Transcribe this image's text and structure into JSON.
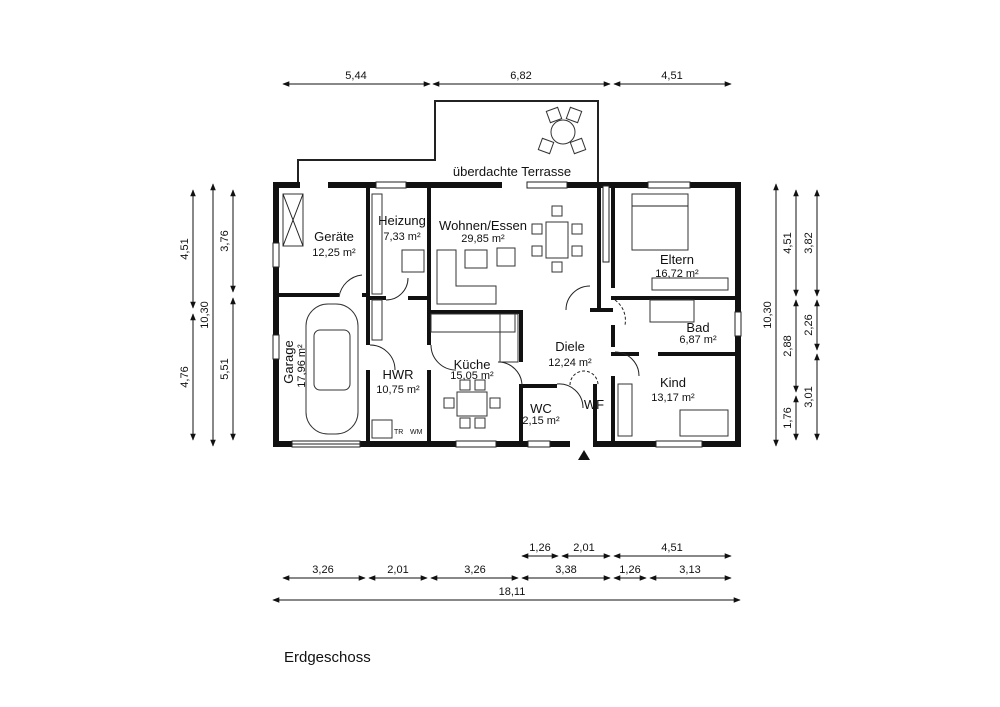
{
  "caption": "Erdgeschoss",
  "rooms": {
    "terrasse": {
      "name": "überdachte Terrasse"
    },
    "geraete": {
      "name": "Geräte",
      "area": "12,25 m²"
    },
    "heizung": {
      "name": "Heizung",
      "area": "7,33 m²"
    },
    "wohnen": {
      "name": "Wohnen/Essen",
      "area": "29,85 m²"
    },
    "eltern": {
      "name": "Eltern",
      "area": "16,72 m²"
    },
    "garage": {
      "name": "Garage",
      "area": "17,96 m²"
    },
    "hwr": {
      "name": "HWR",
      "area": "10,75 m²"
    },
    "kueche": {
      "name": "Küche",
      "area": "15,05 m²"
    },
    "diele": {
      "name": "Diele",
      "area": "12,24 m²"
    },
    "bad": {
      "name": "Bad",
      "area": "6,87 m²"
    },
    "kind": {
      "name": "Kind",
      "area": "13,17 m²"
    },
    "wc": {
      "name": "WC",
      "area": "2,15 m²"
    },
    "wf": {
      "name": "WF"
    }
  },
  "appliances": {
    "tr": "TR",
    "wm": "WM"
  },
  "dimensions": {
    "top": [
      "5,44",
      "6,82",
      "4,51"
    ],
    "left_inner": [
      "4,51",
      "4,76"
    ],
    "left_total": "10,30",
    "left_outer": [
      "3,76",
      "5,51"
    ],
    "right_total": "10,30",
    "right_inner": [
      "4,51",
      "2,88",
      "1,76"
    ],
    "right_outer": [
      "3,82",
      "2,26",
      "3,01"
    ],
    "bottom_row1": [
      "1,26",
      "2,01",
      "4,51"
    ],
    "bottom_row2": [
      "3,26",
      "2,01",
      "3,26",
      "3,38",
      "1,26",
      "3,13"
    ],
    "bottom_total": "18,11"
  }
}
